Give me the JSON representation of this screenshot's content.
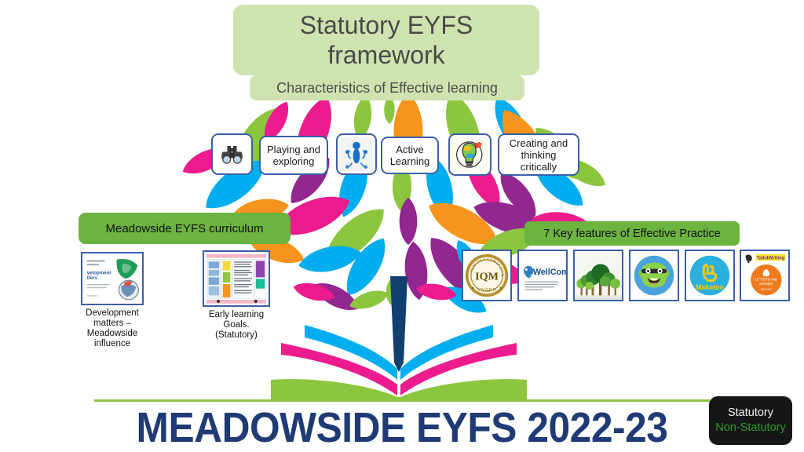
{
  "page": {
    "background_color": "#ffffff",
    "main_title": "MEADOWSIDE EYFS 2022-23",
    "title_color": "#1f3a74"
  },
  "banners": {
    "statutory_framework": "Statutory EYFS framework",
    "characteristics": "Characteristics of Effective learning",
    "curriculum": "Meadowside EYFS  curriculum",
    "seven_key_features": "7 Key features of Effective Practice",
    "light_green": "#cfe3b0",
    "dark_green": "#6cb33f"
  },
  "characteristics": {
    "border_color": "#3b5fa8",
    "items": [
      {
        "icon": "binoculars-icon",
        "label": "Playing  and exploring"
      },
      {
        "icon": "running-person-icon",
        "label": "Active Learning"
      },
      {
        "icon": "lightbulb-puzzle-icon",
        "label": "Creating and thinking critically"
      }
    ]
  },
  "curriculum_thumbnails": [
    {
      "icon": "development-matters-doc-icon",
      "caption": "Development matters – Meadowside influence"
    },
    {
      "icon": "early-learning-goals-doc-icon",
      "caption": "Early learning Goals. (Statutory)"
    }
  ],
  "practice_logos": [
    {
      "icon": "iqm-flagship-award-icon",
      "label": "IQM"
    },
    {
      "icon": "wellcomm-logo-icon",
      "label": "WellComm"
    },
    {
      "icon": "forest-school-trees-icon",
      "label": "Forest"
    },
    {
      "icon": "monster-phonics-icon",
      "label": "Monster"
    },
    {
      "icon": "makaton-logo-icon",
      "label": "Makaton"
    },
    {
      "icon": "talk4writing-letters-sounds-icon",
      "label": "Talk4Writing"
    }
  ],
  "legend": {
    "statutory": "Statutory",
    "non_statutory": "Non-Statutory",
    "statutory_color": "#f2f2f2",
    "non_statutory_color": "#2e9b2e",
    "background_color": "#161616"
  },
  "tree": {
    "leaf_colors": [
      "#8cc63f",
      "#ec1c8e",
      "#f7941e",
      "#00aeef",
      "#92278f"
    ],
    "trunk_color": "#12406e",
    "book_pages_colors": [
      "#00aeef",
      "#ec1c8e"
    ],
    "book_base_color": "#8cc63f"
  }
}
